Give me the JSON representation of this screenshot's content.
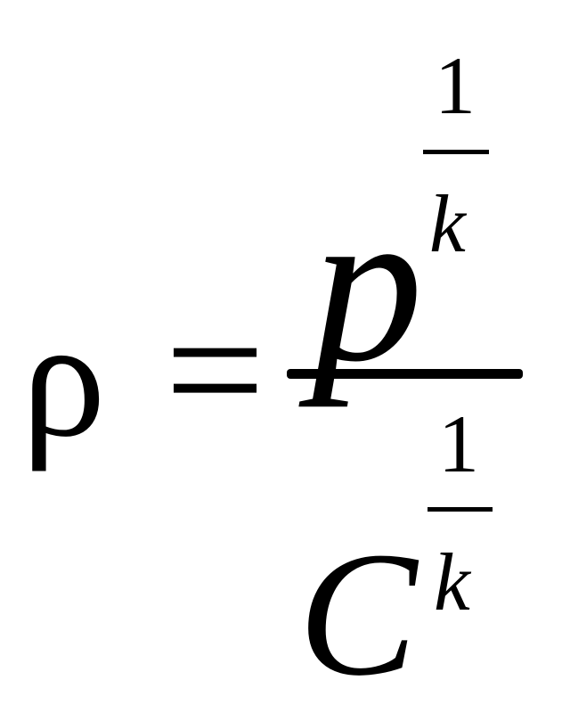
{
  "formula": {
    "lhs": "ρ",
    "equals": "=",
    "numerator": {
      "base": "p",
      "exponent": {
        "numerator": "1",
        "denominator": "k"
      }
    },
    "denominator": {
      "base": "C",
      "exponent": {
        "numerator": "1",
        "denominator": "k"
      }
    }
  }
}
